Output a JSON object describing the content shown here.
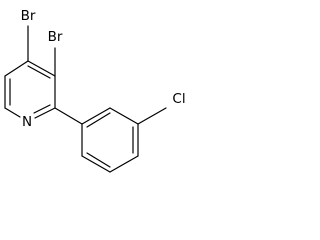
{
  "molecule": {
    "atoms": {
      "br_top": "Br",
      "br_mid": "Br",
      "n": "N",
      "cl": "Cl"
    }
  },
  "colors": {
    "bond": "#000000",
    "label": "#000000",
    "background": "#ffffff"
  }
}
